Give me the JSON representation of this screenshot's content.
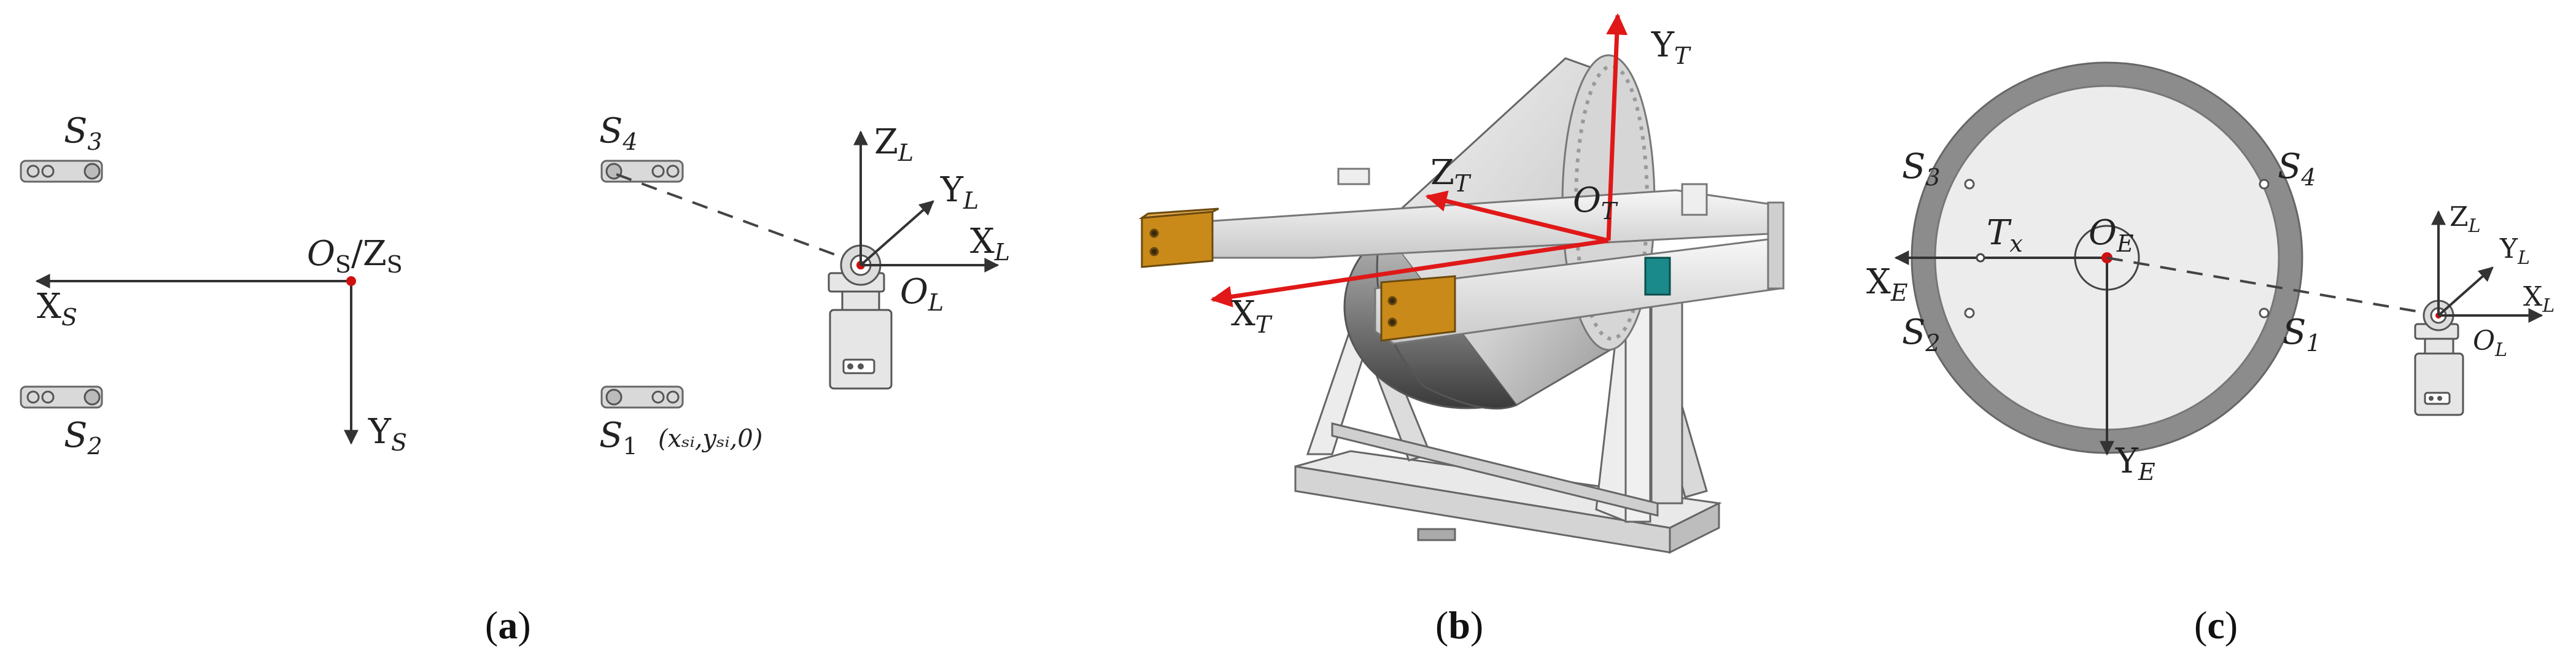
{
  "panel_a": {
    "caption": "(a)",
    "sphere_labels": [
      {
        "id": "S3",
        "base": "S",
        "sub": "3"
      },
      {
        "id": "S2",
        "base": "S",
        "sub": "2"
      },
      {
        "id": "S4",
        "base": "S",
        "sub": "4"
      },
      {
        "id": "S1",
        "base": "S",
        "sub": "1"
      }
    ],
    "coord_note": "(xₛᵢ,yₛᵢ,0)",
    "origin": {
      "base": "O",
      "sub": "S",
      "slash": "/Z",
      "sub2": "S"
    },
    "axis_x": {
      "base": "X",
      "sub": "S"
    },
    "axis_y": {
      "base": "Y",
      "sub": "S"
    },
    "tracker_axes": [
      {
        "base": "Z",
        "sub": "L"
      },
      {
        "base": "Y",
        "sub": "L"
      },
      {
        "base": "X",
        "sub": "L"
      },
      {
        "base": "O",
        "sub": "L"
      }
    ]
  },
  "panel_b": {
    "caption": "(b)",
    "axes": [
      {
        "base": "Y",
        "sub": "T"
      },
      {
        "base": "Z",
        "sub": "T"
      },
      {
        "base": "O",
        "sub": "T"
      },
      {
        "base": "X",
        "sub": "T"
      }
    ]
  },
  "panel_c": {
    "caption": "(c)",
    "sphere_labels": [
      {
        "id": "S3",
        "base": "S",
        "sub": "3"
      },
      {
        "id": "S4",
        "base": "S",
        "sub": "4"
      },
      {
        "id": "S2",
        "base": "S",
        "sub": "2"
      },
      {
        "id": "S1",
        "base": "S",
        "sub": "1"
      }
    ],
    "tx": {
      "base": "T",
      "sub": "x"
    },
    "origin": {
      "base": "O",
      "sub": "E"
    },
    "axis_x": {
      "base": "X",
      "sub": "E"
    },
    "axis_y": {
      "base": "Y",
      "sub": "E"
    },
    "tracker_axes": [
      {
        "base": "Z",
        "sub": "L"
      },
      {
        "base": "Y",
        "sub": "L"
      },
      {
        "base": "X",
        "sub": "L"
      },
      {
        "base": "O",
        "sub": "L"
      }
    ]
  },
  "colors": {
    "axis_red": "#e01818",
    "origin_dot": "#d01010",
    "plate_ring": "#8c8c8c",
    "plate_face": "#ececec",
    "frame_orange": "#c98a1a"
  }
}
